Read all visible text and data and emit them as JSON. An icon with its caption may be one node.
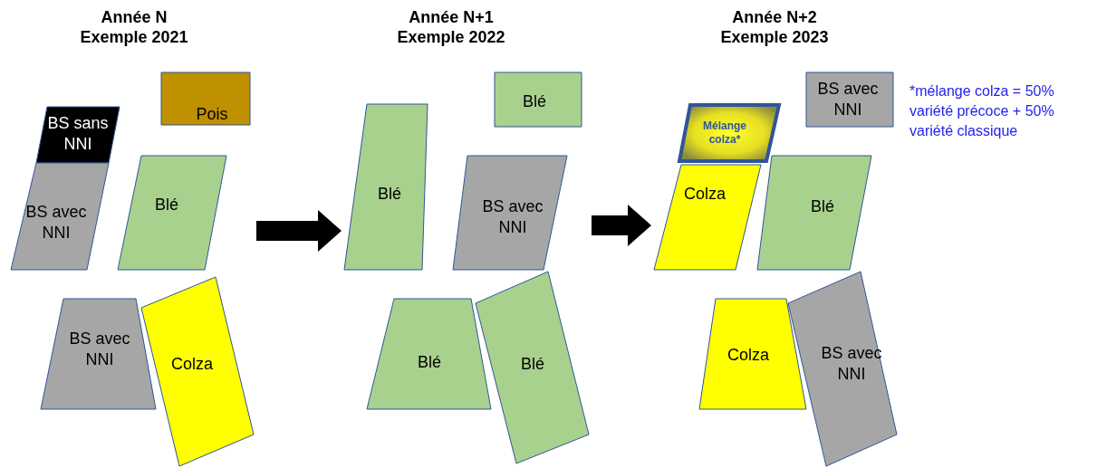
{
  "diagram": {
    "nodes": [
      {
        "text": [
          "Année N Exemple 2021"
        ]
      },
      {
        "text": [
          "BS sans NNI"
        ],
        "in": 0
      },
      {
        "text": [
          "Pois"
        ],
        "in": 0
      },
      {
        "text": [
          "BS avec NNI"
        ],
        "in": 0
      },
      {
        "text": [
          "Blé"
        ],
        "in": 0
      },
      {
        "text": [
          "BS avec NNI"
        ],
        "in": 0
      },
      {
        "text": [
          "Colza"
        ],
        "in": 0
      },
      {
        "text": [
          "Année N+1 Exemple 2022"
        ]
      },
      {
        "text": [
          "Blé"
        ],
        "in": 7
      },
      {
        "text": [
          "Blé"
        ],
        "in": 7
      },
      {
        "text": [
          "BS avec NNI"
        ],
        "in": 7
      },
      {
        "text": [
          "Blé"
        ],
        "in": 7
      },
      {
        "text": [
          "Blé"
        ],
        "in": 7
      },
      {
        "text": [
          "Année N+2 Exemple 2023"
        ]
      },
      {
        "text": [
          "Mélange colza*"
        ],
        "in": 13
      },
      {
        "text": [
          "BS avec NNI"
        ],
        "in": 13
      },
      {
        "text": [
          "Colza"
        ],
        "in": 13
      },
      {
        "text": [
          "Blé"
        ],
        "in": 13
      },
      {
        "text": [
          "Colza"
        ],
        "in": 13
      },
      {
        "text": [
          "BS avec NNI"
        ],
        "in": 13
      }
    ],
    "edges": [
      {
        "from": 0,
        "to": 7,
        "arrow": "to"
      },
      {
        "from": 7,
        "to": 13,
        "arrow": "to"
      }
    ],
    "labels": [
      "*mélange colza = 50% variété précoce + 50% variété classique"
    ]
  }
}
